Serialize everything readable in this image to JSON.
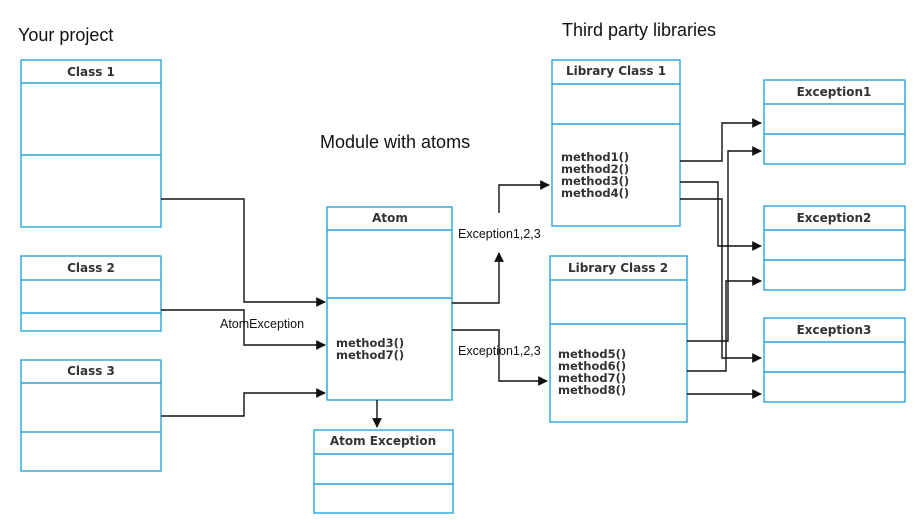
{
  "sections": {
    "your_project": "Your project",
    "module_with_atoms": "Module with atoms",
    "third_party_libraries": "Third party libraries"
  },
  "boxes": {
    "class1": {
      "title": "Class 1",
      "methods": []
    },
    "class2": {
      "title": "Class 2",
      "methods": []
    },
    "class3": {
      "title": "Class 3",
      "methods": []
    },
    "atom": {
      "title": "Atom",
      "methods": [
        "method3()",
        "method7()"
      ]
    },
    "atom_exception": {
      "title": "Atom Exception",
      "methods": []
    },
    "library_class1": {
      "title": "Library Class 1",
      "methods": [
        "method1()",
        "method2()",
        "method3()",
        "method4()"
      ]
    },
    "library_class2": {
      "title": "Library Class 2",
      "methods": [
        "method5()",
        "method6()",
        "method7()",
        "method8()"
      ]
    },
    "exception1": {
      "title": "Exception1",
      "methods": []
    },
    "exception2": {
      "title": "Exception2",
      "methods": []
    },
    "exception3": {
      "title": "Exception3",
      "methods": []
    }
  },
  "edge_labels": {
    "atom_exception_label": "AtomException",
    "lib1_exceptions_label": "Exception1,2,3",
    "lib2_exceptions_label": "Exception1,2,3"
  },
  "colors": {
    "box_border": "#29a3d8",
    "arrow": "#111111",
    "text": "#333333"
  }
}
